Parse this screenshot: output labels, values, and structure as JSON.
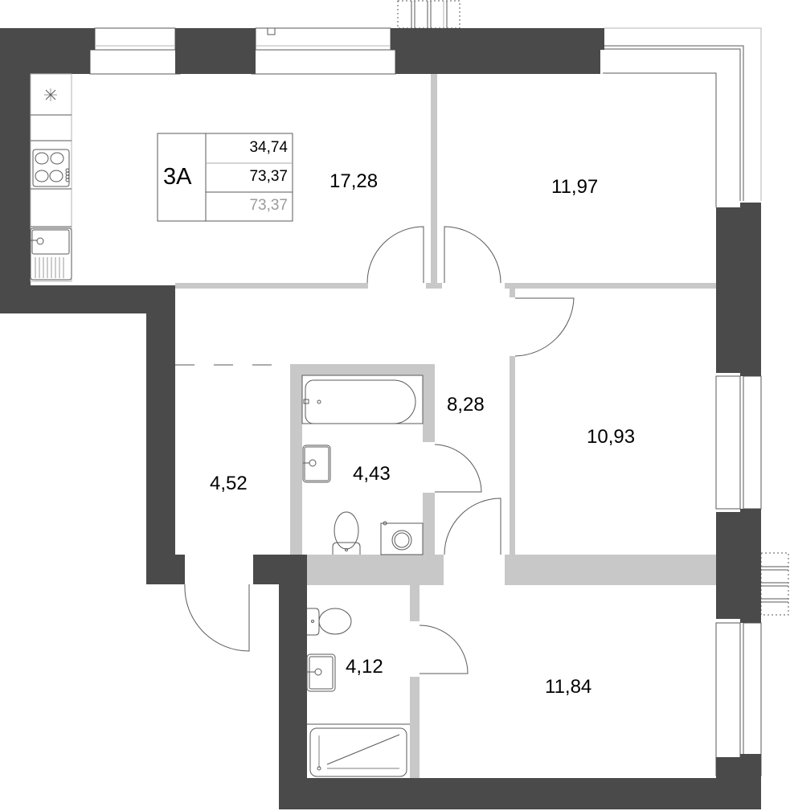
{
  "apartment": {
    "code": "3А",
    "living_area": "34,74",
    "total_area": "73,37",
    "total_area_secondary": "73,37",
    "secondary_color": "#9b9b9b"
  },
  "rooms": [
    {
      "id": "kitchen_living",
      "area": "17,28"
    },
    {
      "id": "bedroom_1",
      "area": "11,97"
    },
    {
      "id": "bedroom_2",
      "area": "10,93"
    },
    {
      "id": "bedroom_3",
      "area": "11,84"
    },
    {
      "id": "hallway",
      "area": "8,28"
    },
    {
      "id": "entry",
      "area": "4,52"
    },
    {
      "id": "bathroom_1",
      "area": "4,43"
    },
    {
      "id": "bathroom_2",
      "area": "4,12"
    }
  ],
  "colors": {
    "wall": "#4a4a4a",
    "partition": "#c8c8c8",
    "line": "#5a5a5a"
  },
  "icons": [
    "ventilation-icon",
    "stove-icon",
    "kitchen-sink-icon",
    "bathtub-icon",
    "washbasin-icon",
    "toilet-icon",
    "washing-machine-icon",
    "shower-tray-icon",
    "balcony-icon",
    "door-icon"
  ]
}
